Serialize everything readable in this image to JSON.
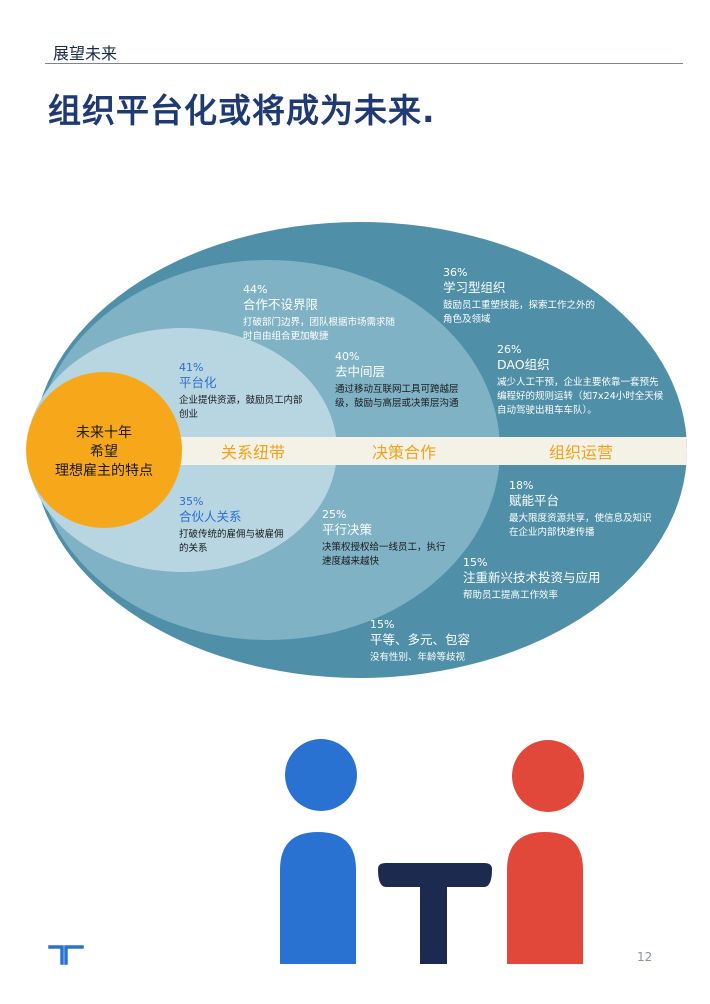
{
  "header": {
    "section": "展望未来",
    "title": "组织平台化或将成为未来."
  },
  "center": {
    "line1": "未来十年",
    "line2": "希望",
    "line3": "理想雇主的特点"
  },
  "bands": {
    "b1": "关系纽带",
    "b2": "决策合作",
    "b3": "组织运营"
  },
  "items": [
    {
      "pct": "44%",
      "title": "合作不设界限",
      "desc1": "打破部门边界，团队根据市场需求随",
      "desc2": "时自由组合更加敏捷"
    },
    {
      "pct": "41%",
      "title": "平台化",
      "desc1": "企业提供资源，鼓励员工内部",
      "desc2": "创业"
    },
    {
      "pct": "40%",
      "title": "去中间层",
      "desc1": "通过移动互联网工具可跨越层",
      "desc2": "级，鼓励与高层或决策层沟通"
    },
    {
      "pct": "36%",
      "title": "学习型组织",
      "desc1": "鼓励员工重塑技能，探索工作之外的",
      "desc2": "角色及领域"
    },
    {
      "pct": "26%",
      "title": "DAO组织",
      "desc1": "减少人工干预，企业主要依靠一套预先",
      "desc2": "编程好的规则运转（如7x24小时全天候",
      "desc3": "自动驾驶出租车车队）。"
    },
    {
      "pct": "35%",
      "title": "合伙人关系",
      "desc1": "打破传统的雇佣与被雇佣",
      "desc2": "的关系"
    },
    {
      "pct": "25%",
      "title": "平行决策",
      "desc1": "决策权授权给一线员工，执行",
      "desc2": "速度越来越快"
    },
    {
      "pct": "18%",
      "title": "赋能平台",
      "desc1": "最大限度资源共享，使信息及知识",
      "desc2": "在企业内部快速传播"
    },
    {
      "pct": "15%",
      "title": "注重新兴技术投资与应用",
      "desc1": "帮助员工提高工作效率"
    },
    {
      "pct": "15%",
      "title": "平等、多元、包容",
      "desc1": "没有性别、年龄等歧视"
    }
  ],
  "page_number": "12",
  "colors": {
    "outer": "#4f8fa8",
    "middle": "#7fb2c5",
    "inner": "#b7d6e2",
    "band": "#f4f1e6",
    "center": "#f6a81a",
    "band_text": "#f2a31a",
    "title": "#1f3a73",
    "blue_person": "#2a72d2",
    "red_person": "#e2483a",
    "table": "#1b2a4e"
  }
}
